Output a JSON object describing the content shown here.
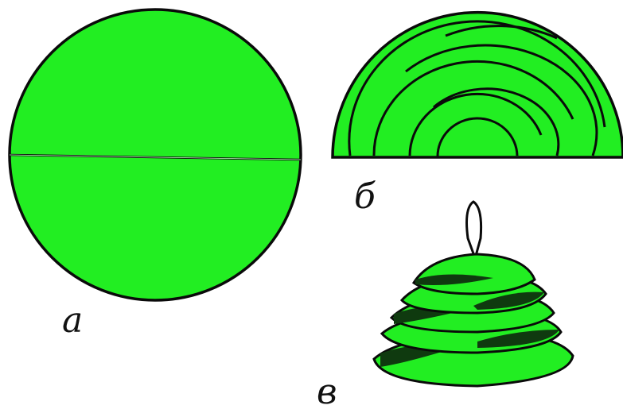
{
  "colors": {
    "fill": "#22ee22",
    "stroke": "#0a0a0a",
    "dark_band": "#0f3a0f",
    "background": "#ffffff"
  },
  "figures": [
    {
      "id": "a",
      "label": "a",
      "description_shape": "full-circle-divided"
    },
    {
      "id": "b",
      "label": "б",
      "description_shape": "semicircle-with-arc-cuts"
    },
    {
      "id": "v",
      "label": "в",
      "description_shape": "tiered-spiral-cone-with-loop"
    }
  ]
}
